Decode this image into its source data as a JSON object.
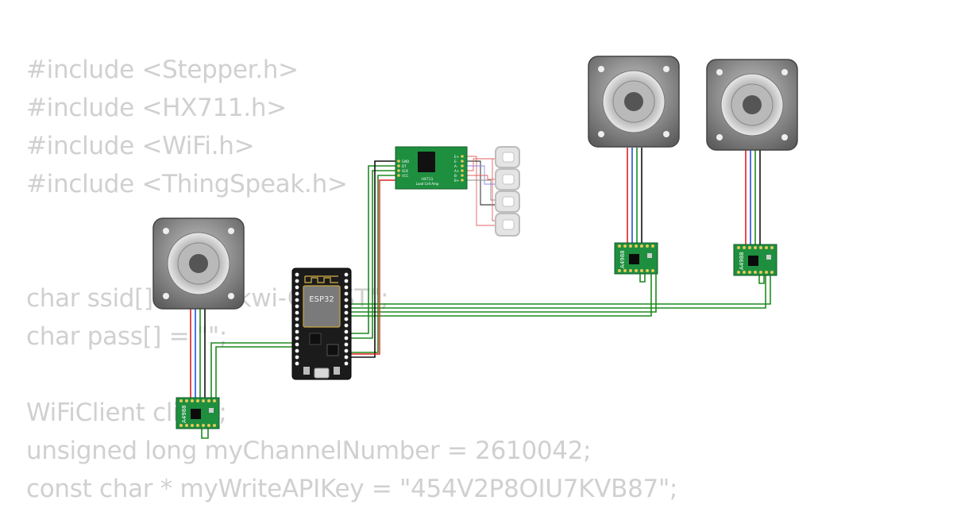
{
  "code_lines": [
    "#include <Stepper.h>",
    "#include <HX711.h>",
    "#include <WiFi.h>",
    "#include <ThingSpeak.h>",
    "",
    "",
    "char ssid[] = \"Wokwi-GUEST\";",
    "char pass[] = \"\";",
    "",
    "WiFiClient client;",
    "unsigned long myChannelNumber = 2610042;",
    "const char * myWriteAPIKey = \"454V2P8OIU7KVB87\";"
  ],
  "esp32": {
    "label": "ESP32"
  },
  "hx711": {
    "title": "HX711",
    "subtitle": "Load Cell Amp",
    "pins_left": [
      "GND",
      "DT",
      "SCK",
      "VCC"
    ],
    "pins_right": [
      "E+",
      "E-",
      "A-",
      "A+",
      "B-",
      "B+"
    ]
  },
  "driver": {
    "label": "A4988"
  },
  "colors": {
    "code_text": "#d0d0d0",
    "board_green": "#1e8f3f",
    "esp32_black": "#1b1b1b",
    "wire_green": "#1f8a1f",
    "wire_red": "#e02020",
    "wire_blue": "#2050e0",
    "wire_black": "#111111",
    "motor_body": "#8a8a8a"
  },
  "icons": [
    "stepper-motor-icon",
    "load-cell-icon",
    "chip-icon"
  ]
}
